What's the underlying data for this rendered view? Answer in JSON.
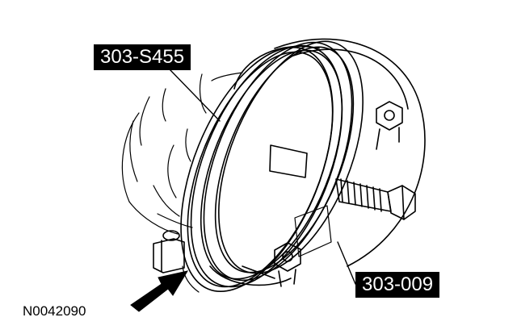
{
  "callouts": {
    "top": "303-S455",
    "bottom": "303-009"
  },
  "figure_id": "N0042090",
  "colors": {
    "ink": "#000000",
    "paper": "#ffffff"
  },
  "icons": [
    "direction-arrow-icon",
    "bolt-icon"
  ]
}
